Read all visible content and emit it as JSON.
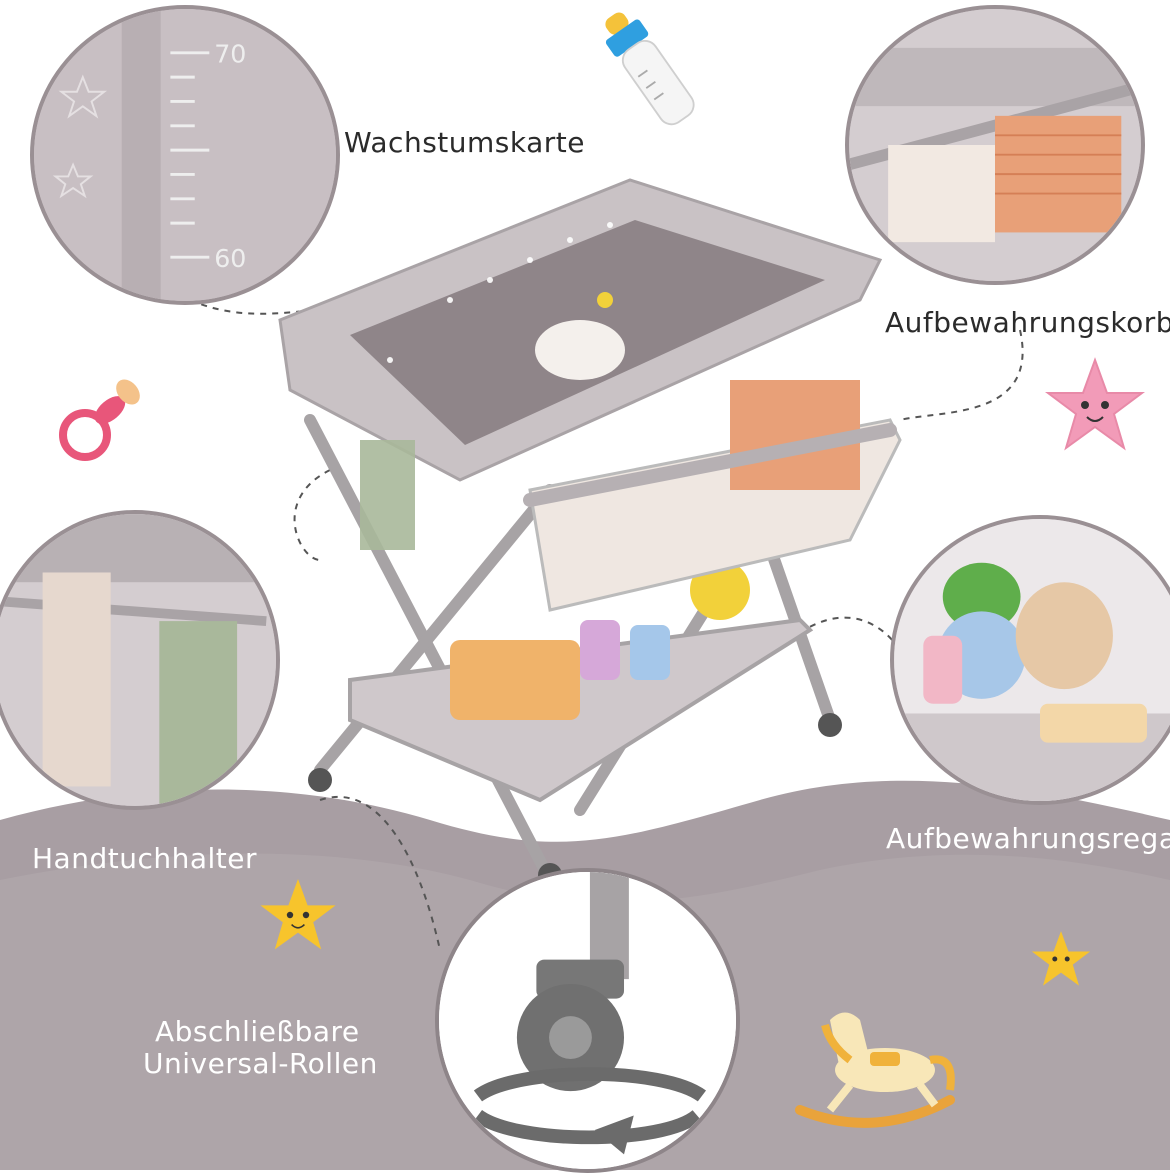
{
  "labels": {
    "growth_chart": "Wachstumskarte",
    "storage_basket": "Aufbewahrungskorb",
    "towel_holder": "Handtuchhalter",
    "storage_shelf": "Aufbewahrungsregal",
    "casters_line1": "Abschließbare",
    "casters_line2": "Universal-Rollen"
  },
  "ruler": {
    "mark_top": "70",
    "mark_bottom": "60"
  },
  "colors": {
    "wave": "#a89ea3",
    "frame": "#b9b3b5",
    "pad": "#c9c2c5",
    "basket_fabric": "#e8a078",
    "star_yellow": "#f7c42c",
    "star_pink": "#f29bb8",
    "pacifier": "#e8567a"
  },
  "icons": [
    "baby-bottle-icon",
    "pacifier-icon",
    "star-icon",
    "rocking-horse-icon",
    "rotate-arrow-icon"
  ]
}
